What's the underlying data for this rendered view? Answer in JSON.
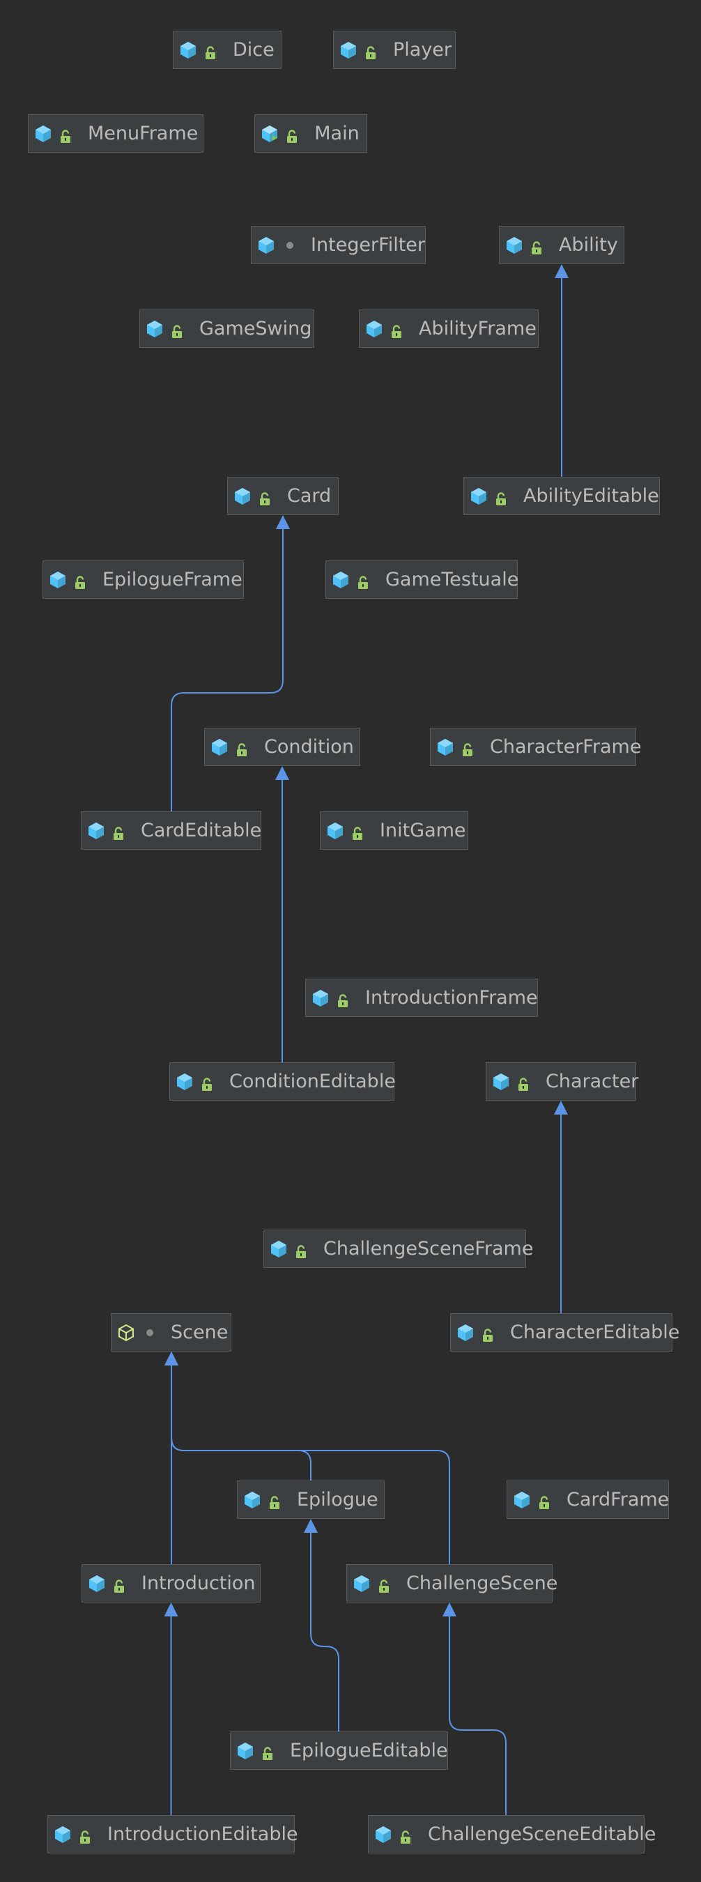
{
  "colors": {
    "background": "#2b2b2b",
    "node_fill": "#3c3f41",
    "node_border": "#5a5a5a",
    "text": "#bbbbbb",
    "edge": "#5c94e8",
    "class_icon": "#4fc3f7",
    "abstract_icon": "#d4e98a",
    "lock_icon": "#9ccc65"
  },
  "diagram": {
    "nodes": [
      {
        "id": "dice",
        "label": "Dice",
        "icon": "class-icon",
        "access": "public-lock-icon"
      },
      {
        "id": "player",
        "label": "Player",
        "icon": "class-icon",
        "access": "public-lock-icon"
      },
      {
        "id": "menu-frame",
        "label": "MenuFrame",
        "icon": "class-icon",
        "access": "public-lock-icon"
      },
      {
        "id": "main",
        "label": "Main",
        "icon": "main-class-icon",
        "access": "public-lock-icon"
      },
      {
        "id": "integer-filter",
        "label": "IntegerFilter",
        "icon": "class-icon",
        "access": "package-private-dot-icon"
      },
      {
        "id": "ability",
        "label": "Ability",
        "icon": "class-icon",
        "access": "public-lock-icon"
      },
      {
        "id": "game-swing",
        "label": "GameSwing",
        "icon": "class-icon",
        "access": "public-lock-icon"
      },
      {
        "id": "ability-frame",
        "label": "AbilityFrame",
        "icon": "class-icon",
        "access": "public-lock-icon"
      },
      {
        "id": "card",
        "label": "Card",
        "icon": "class-icon",
        "access": "public-lock-icon"
      },
      {
        "id": "ability-editable",
        "label": "AbilityEditable",
        "icon": "class-icon",
        "access": "public-lock-icon"
      },
      {
        "id": "epilogue-frame",
        "label": "EpilogueFrame",
        "icon": "class-icon",
        "access": "public-lock-icon"
      },
      {
        "id": "game-testuale",
        "label": "GameTestuale",
        "icon": "class-icon",
        "access": "public-lock-icon"
      },
      {
        "id": "condition",
        "label": "Condition",
        "icon": "class-icon",
        "access": "public-lock-icon"
      },
      {
        "id": "character-frame",
        "label": "CharacterFrame",
        "icon": "class-icon",
        "access": "public-lock-icon"
      },
      {
        "id": "card-editable",
        "label": "CardEditable",
        "icon": "class-icon",
        "access": "public-lock-icon"
      },
      {
        "id": "init-game",
        "label": "InitGame",
        "icon": "class-icon",
        "access": "public-lock-icon"
      },
      {
        "id": "introduction-frame",
        "label": "IntroductionFrame",
        "icon": "class-icon",
        "access": "public-lock-icon"
      },
      {
        "id": "condition-editable",
        "label": "ConditionEditable",
        "icon": "class-icon",
        "access": "public-lock-icon"
      },
      {
        "id": "character",
        "label": "Character",
        "icon": "class-icon",
        "access": "public-lock-icon"
      },
      {
        "id": "challenge-scene-frame",
        "label": "ChallengeSceneFrame",
        "icon": "class-icon",
        "access": "public-lock-icon"
      },
      {
        "id": "scene",
        "label": "Scene",
        "icon": "abstract-class-icon",
        "access": "package-private-dot-icon"
      },
      {
        "id": "character-editable",
        "label": "CharacterEditable",
        "icon": "class-icon",
        "access": "public-lock-icon"
      },
      {
        "id": "epilogue",
        "label": "Epilogue",
        "icon": "class-icon",
        "access": "public-lock-icon"
      },
      {
        "id": "card-frame",
        "label": "CardFrame",
        "icon": "class-icon",
        "access": "public-lock-icon"
      },
      {
        "id": "introduction",
        "label": "Introduction",
        "icon": "class-icon",
        "access": "public-lock-icon"
      },
      {
        "id": "challenge-scene",
        "label": "ChallengeScene",
        "icon": "class-icon",
        "access": "public-lock-icon"
      },
      {
        "id": "epilogue-editable",
        "label": "EpilogueEditable",
        "icon": "class-icon",
        "access": "public-lock-icon"
      },
      {
        "id": "introduction-editable",
        "label": "IntroductionEditable",
        "icon": "class-icon",
        "access": "public-lock-icon"
      },
      {
        "id": "challenge-scene-editable",
        "label": "ChallengeSceneEditable",
        "icon": "class-icon",
        "access": "public-lock-icon"
      }
    ],
    "edges": [
      {
        "from": "ability-editable",
        "to": "ability",
        "type": "extends"
      },
      {
        "from": "card-editable",
        "to": "card",
        "type": "extends"
      },
      {
        "from": "condition-editable",
        "to": "condition",
        "type": "extends"
      },
      {
        "from": "character-editable",
        "to": "character",
        "type": "extends"
      },
      {
        "from": "epilogue",
        "to": "scene",
        "type": "extends"
      },
      {
        "from": "introduction",
        "to": "scene",
        "type": "extends"
      },
      {
        "from": "challenge-scene",
        "to": "scene",
        "type": "extends"
      },
      {
        "from": "epilogue-editable",
        "to": "epilogue",
        "type": "extends"
      },
      {
        "from": "introduction-editable",
        "to": "introduction",
        "type": "extends"
      },
      {
        "from": "challenge-scene-editable",
        "to": "challenge-scene",
        "type": "extends"
      }
    ]
  }
}
